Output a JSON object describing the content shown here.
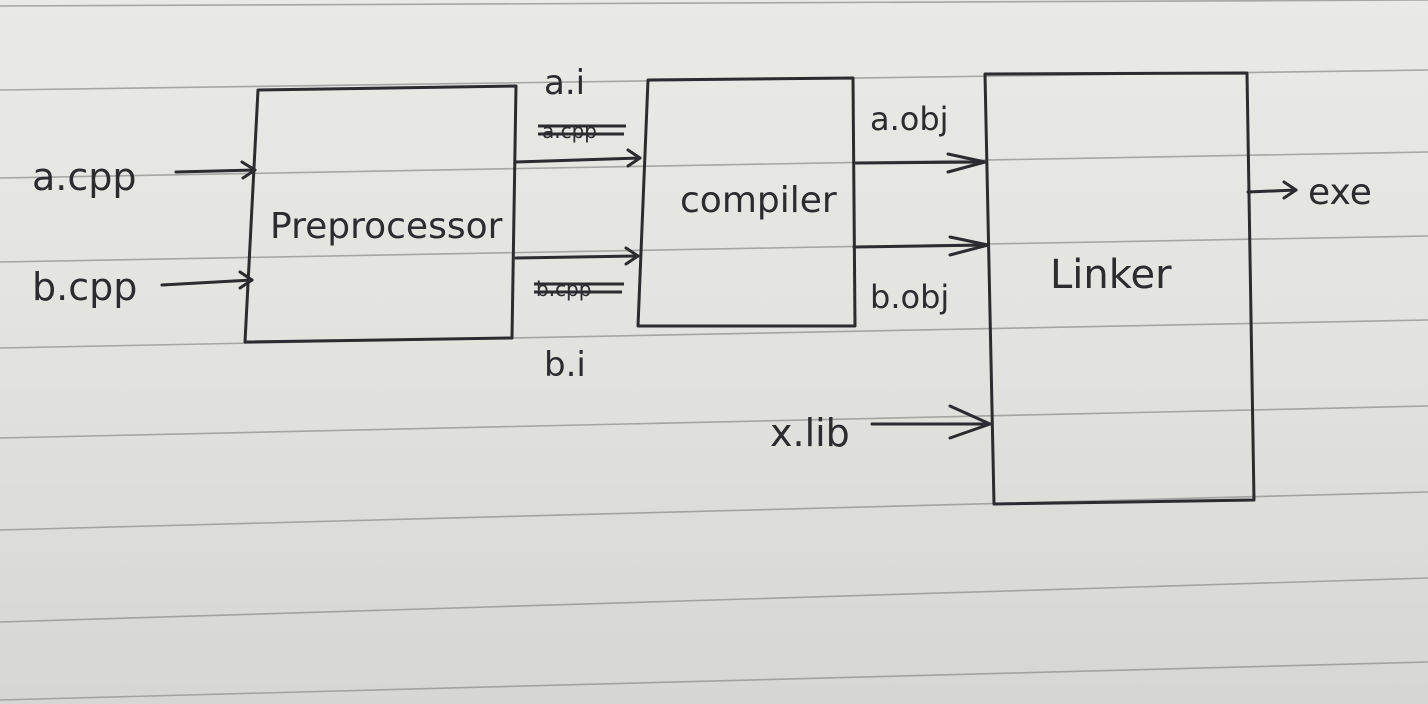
{
  "diagram": {
    "inputs": {
      "a_cpp": "a.cpp",
      "b_cpp": "b.cpp",
      "x_lib": "x.lib"
    },
    "boxes": {
      "preprocessor": "Preprocessor",
      "compiler": "compiler",
      "linker": "Linker"
    },
    "intermediate": {
      "a_i": "a.i",
      "b_i": "b.i",
      "a_cpp_struck": "a.cpp",
      "b_cpp_struck": "b.cpp"
    },
    "objects": {
      "a_obj": "a.obj",
      "b_obj": "b.obj"
    },
    "output": {
      "exe": "exe"
    }
  }
}
